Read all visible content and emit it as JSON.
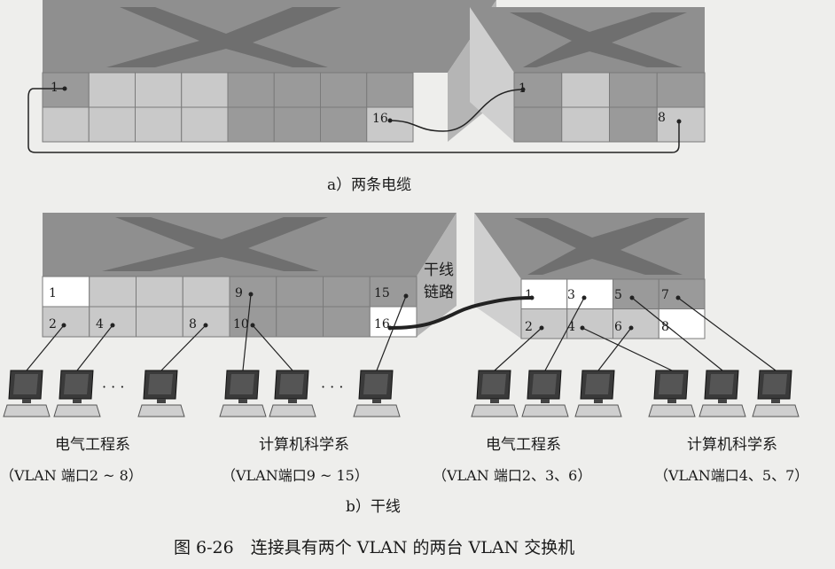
{
  "figure": {
    "caption": "图 6-26　连接具有两个 VLAN 的两台 VLAN 交换机"
  },
  "diagram_a": {
    "subcaption": "a）两条电缆",
    "left_switch": {
      "port_top": "1",
      "port_bottom": "16"
    },
    "right_switch": {
      "port_top": "1",
      "port_bottom": "8"
    }
  },
  "diagram_b": {
    "subcaption": "b）干线",
    "trunk_label_line1": "干线",
    "trunk_label_line2": "链路",
    "left_switch": {
      "top_ports": [
        "1",
        "9",
        "15"
      ],
      "bottom_ports": [
        "2",
        "4",
        "8",
        "10",
        "16"
      ]
    },
    "right_switch": {
      "top_ports": [
        "1",
        "3",
        "5",
        "7"
      ],
      "bottom_ports": [
        "2",
        "4",
        "6",
        "8"
      ]
    },
    "ellipsis": "· · ·",
    "groups": [
      {
        "name": "电气工程系",
        "ports": "（VLAN 端口2 ~ 8）"
      },
      {
        "name": "计算机科学系",
        "ports": "（VLAN端口9 ~ 15）"
      },
      {
        "name": "电气工程系",
        "ports": "（VLAN 端口2、3、6）"
      },
      {
        "name": "计算机科学系",
        "ports": "（VLAN端口4、5、7）"
      }
    ]
  },
  "colors": {
    "switch_top": "#8e8e8e",
    "switch_x": "#6e6e6e",
    "switch_side": "#a9a9a9",
    "port_dark": "#9a9a9a",
    "port_light": "#c9c9c9",
    "port_white": "#ffffff",
    "line": "#222222"
  }
}
